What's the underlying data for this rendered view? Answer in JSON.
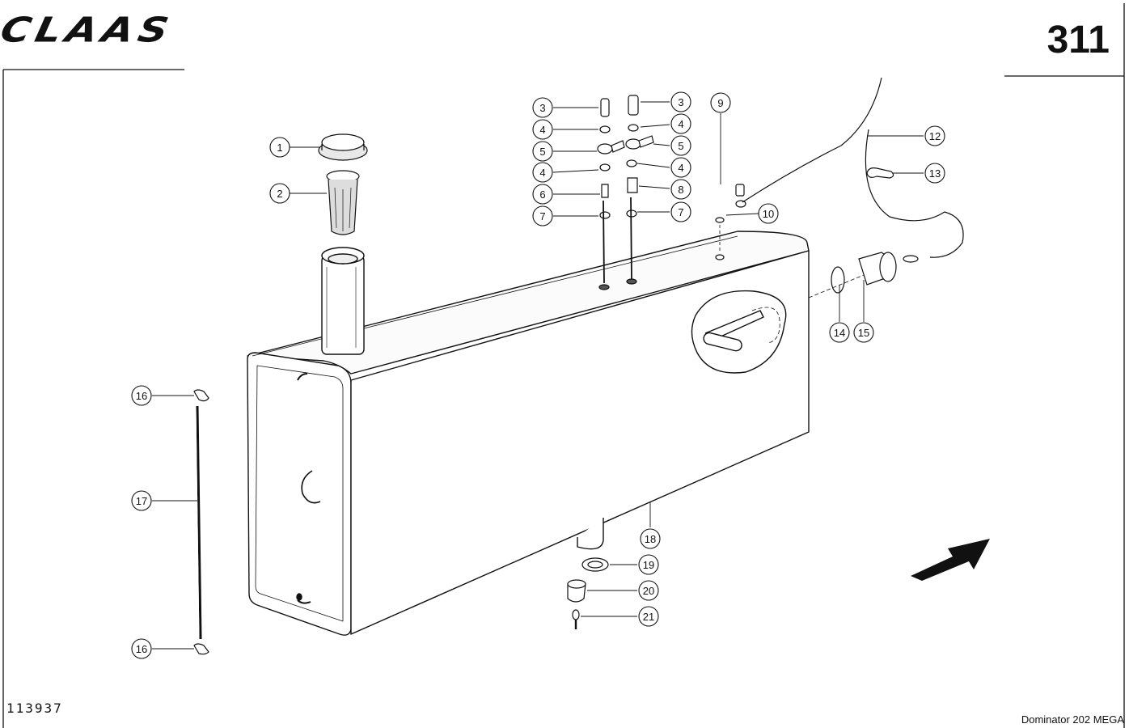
{
  "header": {
    "brand": "CLAAS",
    "page_number": "311"
  },
  "footer": {
    "document_number": "113937",
    "model": "Dominator  202 MEGA"
  },
  "callouts": [
    {
      "id": "c1",
      "label": "1"
    },
    {
      "id": "c2",
      "label": "2"
    },
    {
      "id": "c3a",
      "label": "3"
    },
    {
      "id": "c3b",
      "label": "3"
    },
    {
      "id": "c4a",
      "label": "4"
    },
    {
      "id": "c4b",
      "label": "4"
    },
    {
      "id": "c4c",
      "label": "4"
    },
    {
      "id": "c4d",
      "label": "4"
    },
    {
      "id": "c5a",
      "label": "5"
    },
    {
      "id": "c5b",
      "label": "5"
    },
    {
      "id": "c6",
      "label": "6"
    },
    {
      "id": "c7a",
      "label": "7"
    },
    {
      "id": "c7b",
      "label": "7"
    },
    {
      "id": "c8",
      "label": "8"
    },
    {
      "id": "c9",
      "label": "9"
    },
    {
      "id": "c10",
      "label": "10"
    },
    {
      "id": "c12",
      "label": "12"
    },
    {
      "id": "c13",
      "label": "13"
    },
    {
      "id": "c14",
      "label": "14"
    },
    {
      "id": "c15",
      "label": "15"
    },
    {
      "id": "c16a",
      "label": "16"
    },
    {
      "id": "c16b",
      "label": "16"
    },
    {
      "id": "c17",
      "label": "17"
    },
    {
      "id": "c18",
      "label": "18"
    },
    {
      "id": "c19",
      "label": "19"
    },
    {
      "id": "c20",
      "label": "20"
    },
    {
      "id": "c21",
      "label": "21"
    }
  ]
}
